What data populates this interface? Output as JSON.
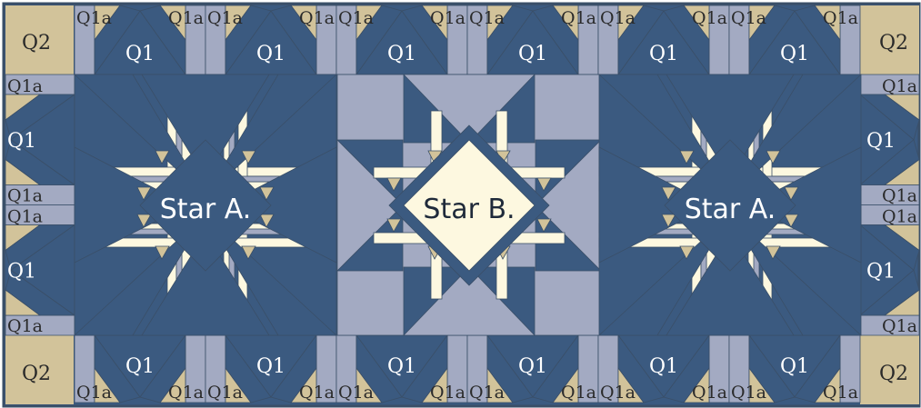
{
  "labels": {
    "q1": "Q1",
    "q1a": "Q1a",
    "q2": "Q2",
    "star_a": "Star A.",
    "star_b": "Star B."
  },
  "colors": {
    "navy": "#3b5a80",
    "tan": "#d2c39a",
    "lavender": "#a3aac2",
    "cream": "#fdf8e0",
    "outline": "#3a4f68"
  }
}
